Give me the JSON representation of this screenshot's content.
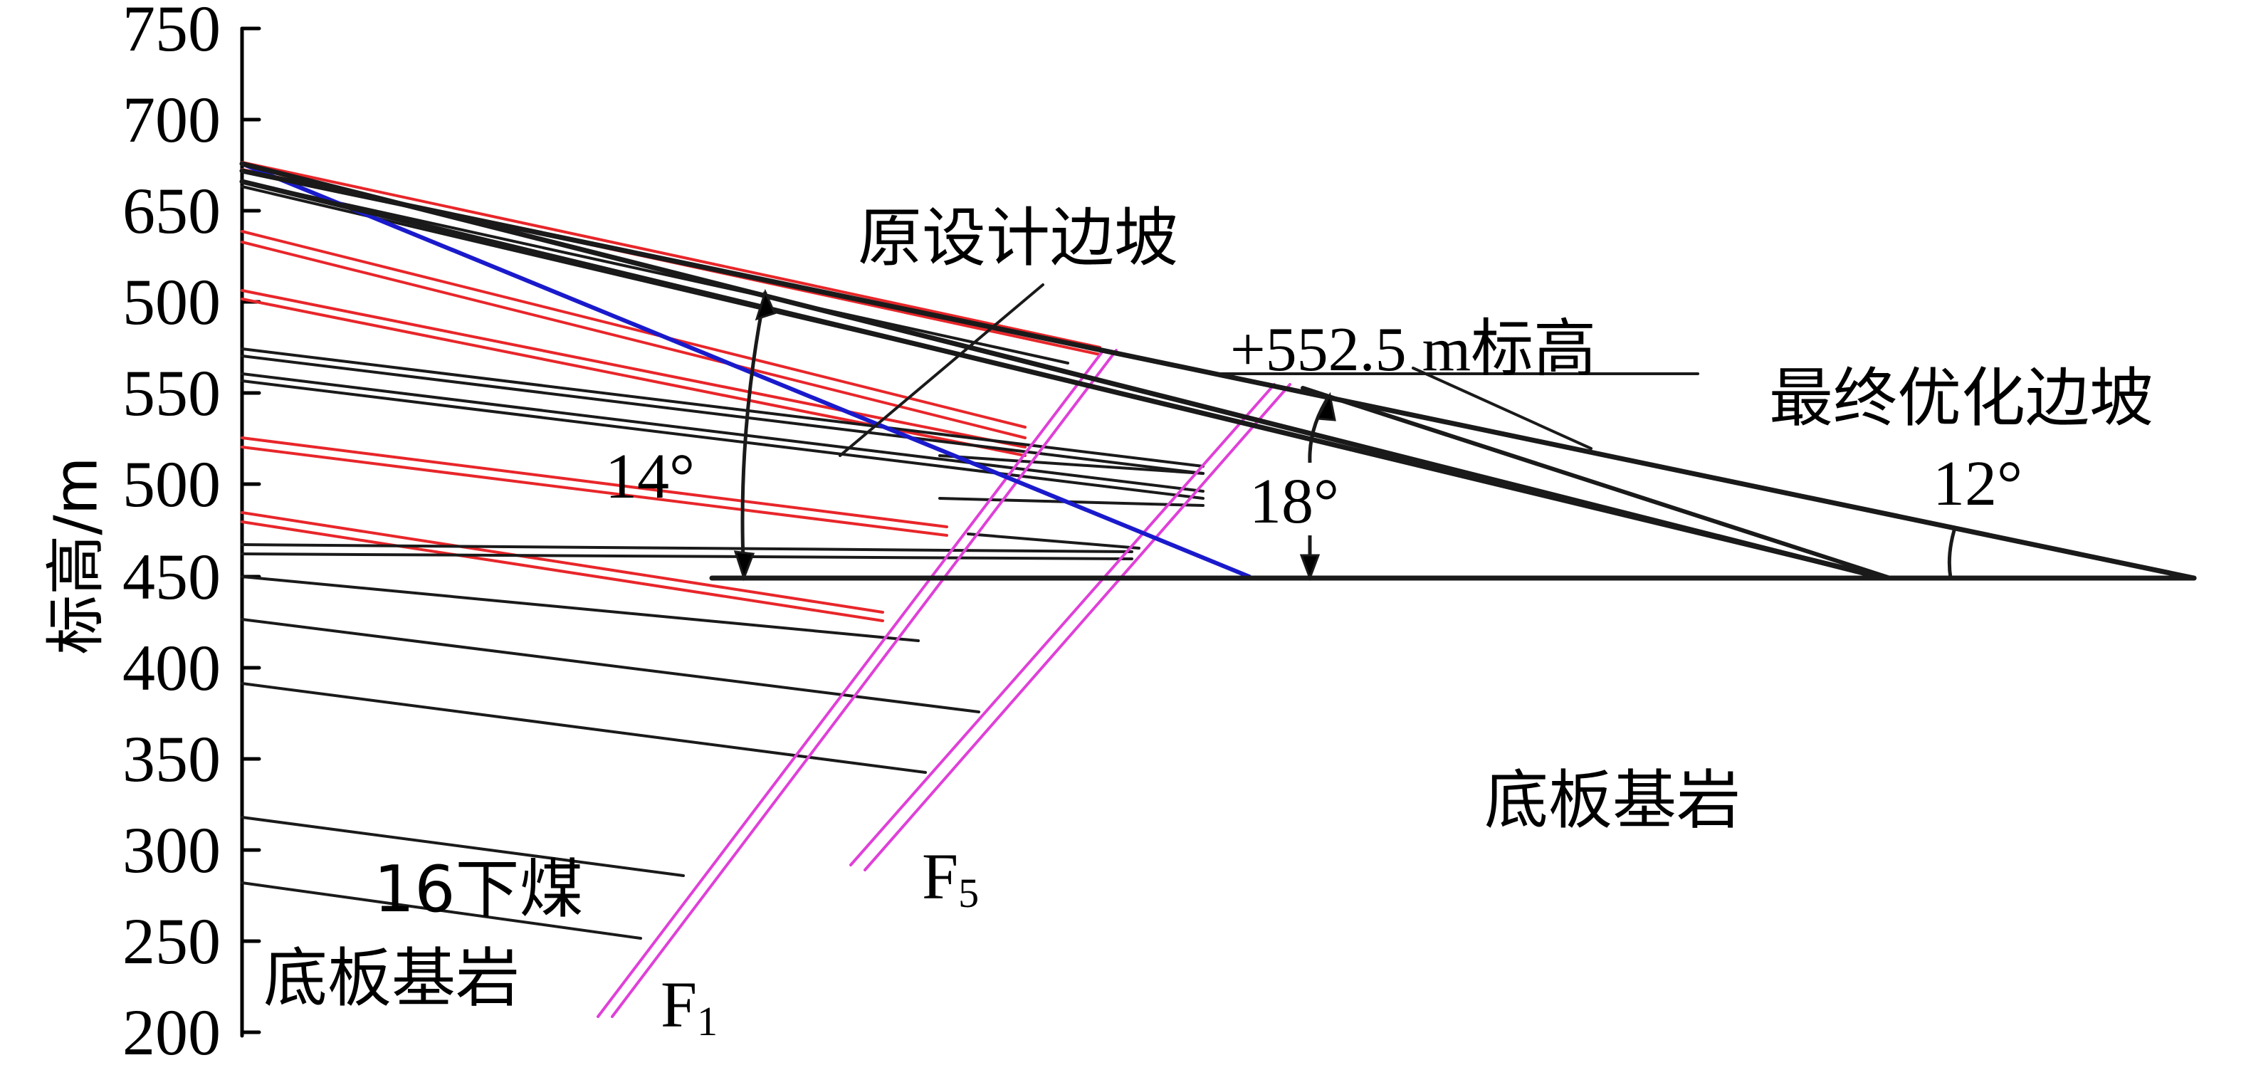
{
  "axis": {
    "ylabel": "标高/m",
    "ticks": [
      "750",
      "700",
      "650",
      "500",
      "550",
      "500",
      "450",
      "400",
      "350",
      "300",
      "250",
      "200"
    ]
  },
  "annotations": {
    "original_slope": "原设计边坡",
    "final_slope": "最终优化边坡",
    "elevation_line": "+552.5 m标高",
    "angle_14": "14°",
    "angle_18": "18°",
    "angle_12": "12°",
    "coal_seam": "16下煤",
    "floor_rock_left": "底板基岩",
    "floor_rock_right": "底板基岩",
    "fault_f1": "F",
    "fault_f1_sub": "1",
    "fault_f5": "F",
    "fault_f5_sub": "5"
  },
  "colors": {
    "axis": "#000000",
    "strata_black": "#1a1a1a",
    "strata_red": "#e8262a",
    "fault": "#e040d8",
    "design_slope": "#1a1acc"
  }
}
